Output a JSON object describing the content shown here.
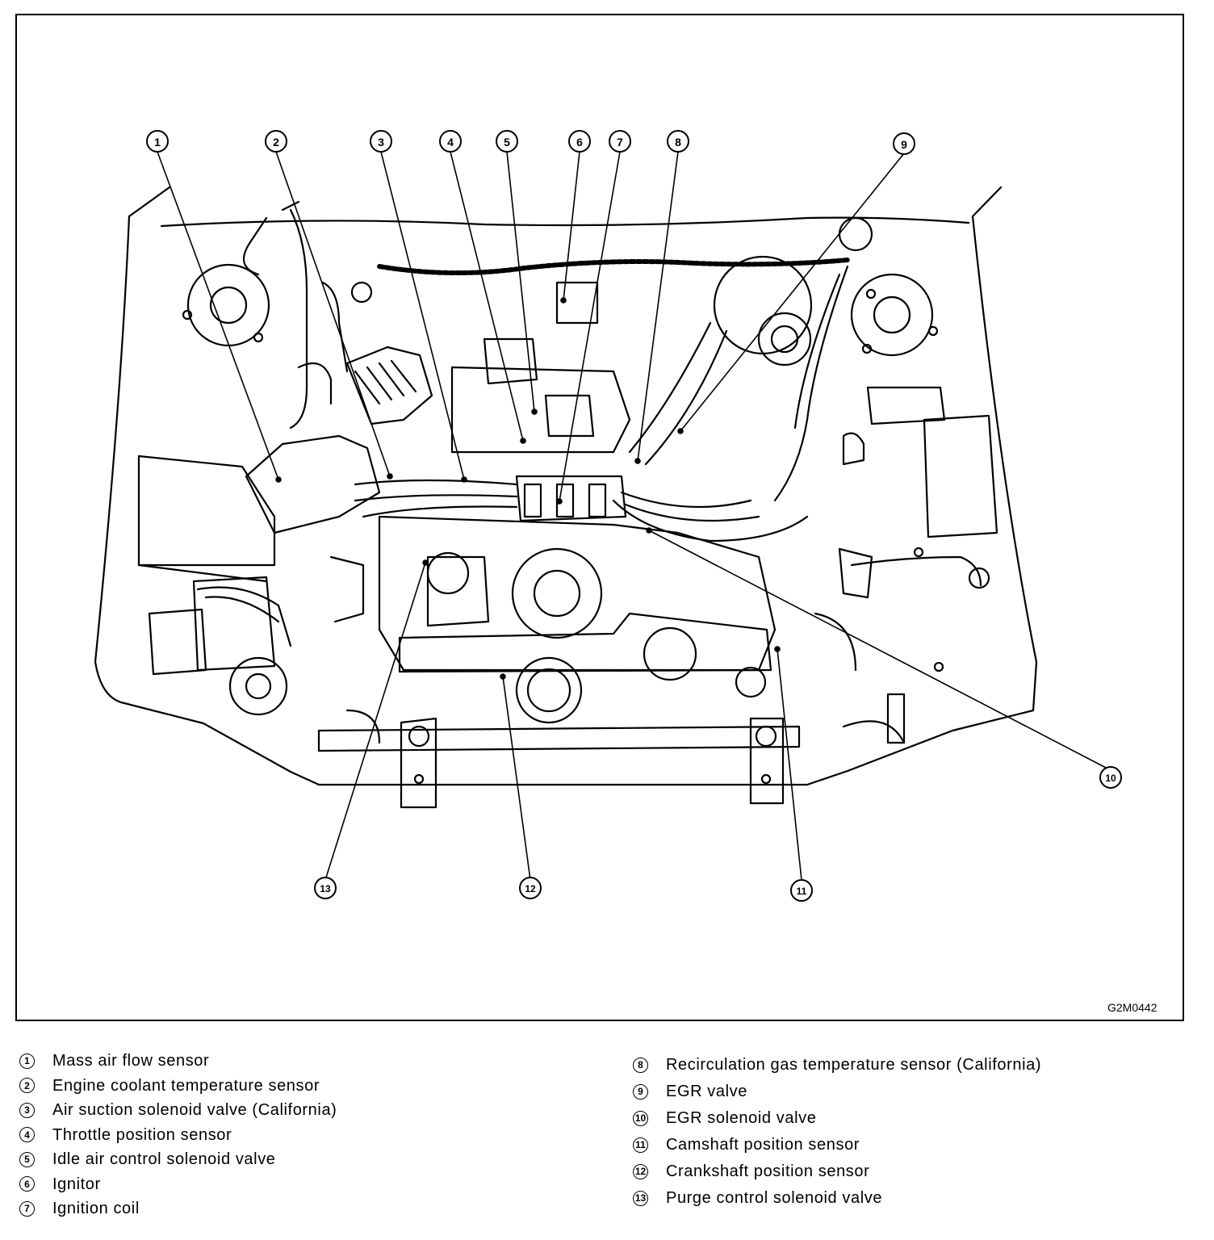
{
  "figure_code": "G2M0442",
  "callouts": [
    "1",
    "2",
    "3",
    "4",
    "5",
    "6",
    "7",
    "8",
    "9",
    "10",
    "11",
    "12",
    "13"
  ],
  "legend": [
    {
      "num": "1",
      "label": "Mass air flow sensor"
    },
    {
      "num": "2",
      "label": "Engine coolant temperature sensor"
    },
    {
      "num": "3",
      "label": "Air suction solenoid valve (California)"
    },
    {
      "num": "4",
      "label": "Throttle position sensor"
    },
    {
      "num": "5",
      "label": "Idle air control solenoid valve"
    },
    {
      "num": "6",
      "label": "Ignitor"
    },
    {
      "num": "7",
      "label": "Ignition coil"
    },
    {
      "num": "8",
      "label": "Recirculation gas temperature sensor (California)"
    },
    {
      "num": "9",
      "label": "EGR valve"
    },
    {
      "num": "10",
      "label": "EGR solenoid valve"
    },
    {
      "num": "11",
      "label": "Camshaft position sensor"
    },
    {
      "num": "12",
      "label": "Crankshaft position sensor"
    },
    {
      "num": "13",
      "label": "Purge control solenoid valve"
    }
  ]
}
